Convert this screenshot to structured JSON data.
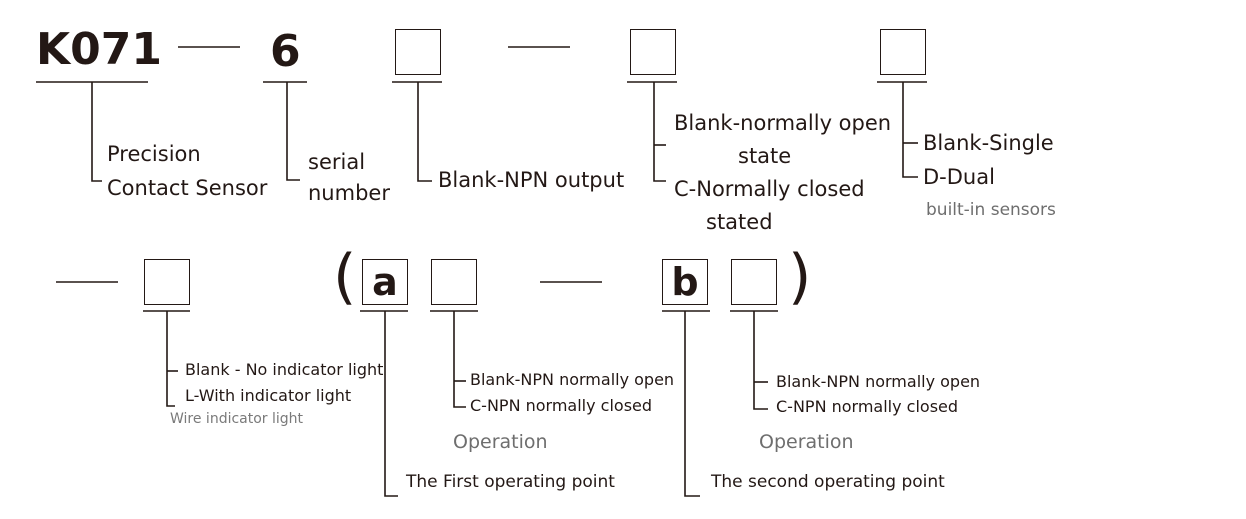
{
  "model": {
    "prefix": "K071",
    "series": "6"
  },
  "markers": {
    "first_point": "a",
    "second_point": "b",
    "open_paren": "(",
    "close_paren": ")"
  },
  "labels": {
    "precision_line1": "Precision",
    "precision_line2": "Contact Sensor",
    "serial_line1": "serial",
    "serial_line2": "number",
    "output_npn": "Blank-NPN output",
    "state_open_line1": "Blank-normally open",
    "state_open_line2": "state",
    "state_closed_line1": "C-Normally closed",
    "state_closed_line2": "stated",
    "sensor_single": "Blank-Single",
    "sensor_dual": "D-Dual",
    "sensor_caption": "built-in sensors",
    "indicator_none": "Blank - No indicator light",
    "indicator_with": "L-With indicator light",
    "indicator_caption": "Wire indicator light",
    "op1_open": "Blank-NPN normally open",
    "op1_closed": "C-NPN normally closed",
    "op1_caption": "Operation",
    "op2_open": "Blank-NPN normally open",
    "op2_closed": "C-NPN normally closed",
    "op2_caption": "Operation",
    "first_point": "The First operating point",
    "second_point": "The second operating point"
  }
}
